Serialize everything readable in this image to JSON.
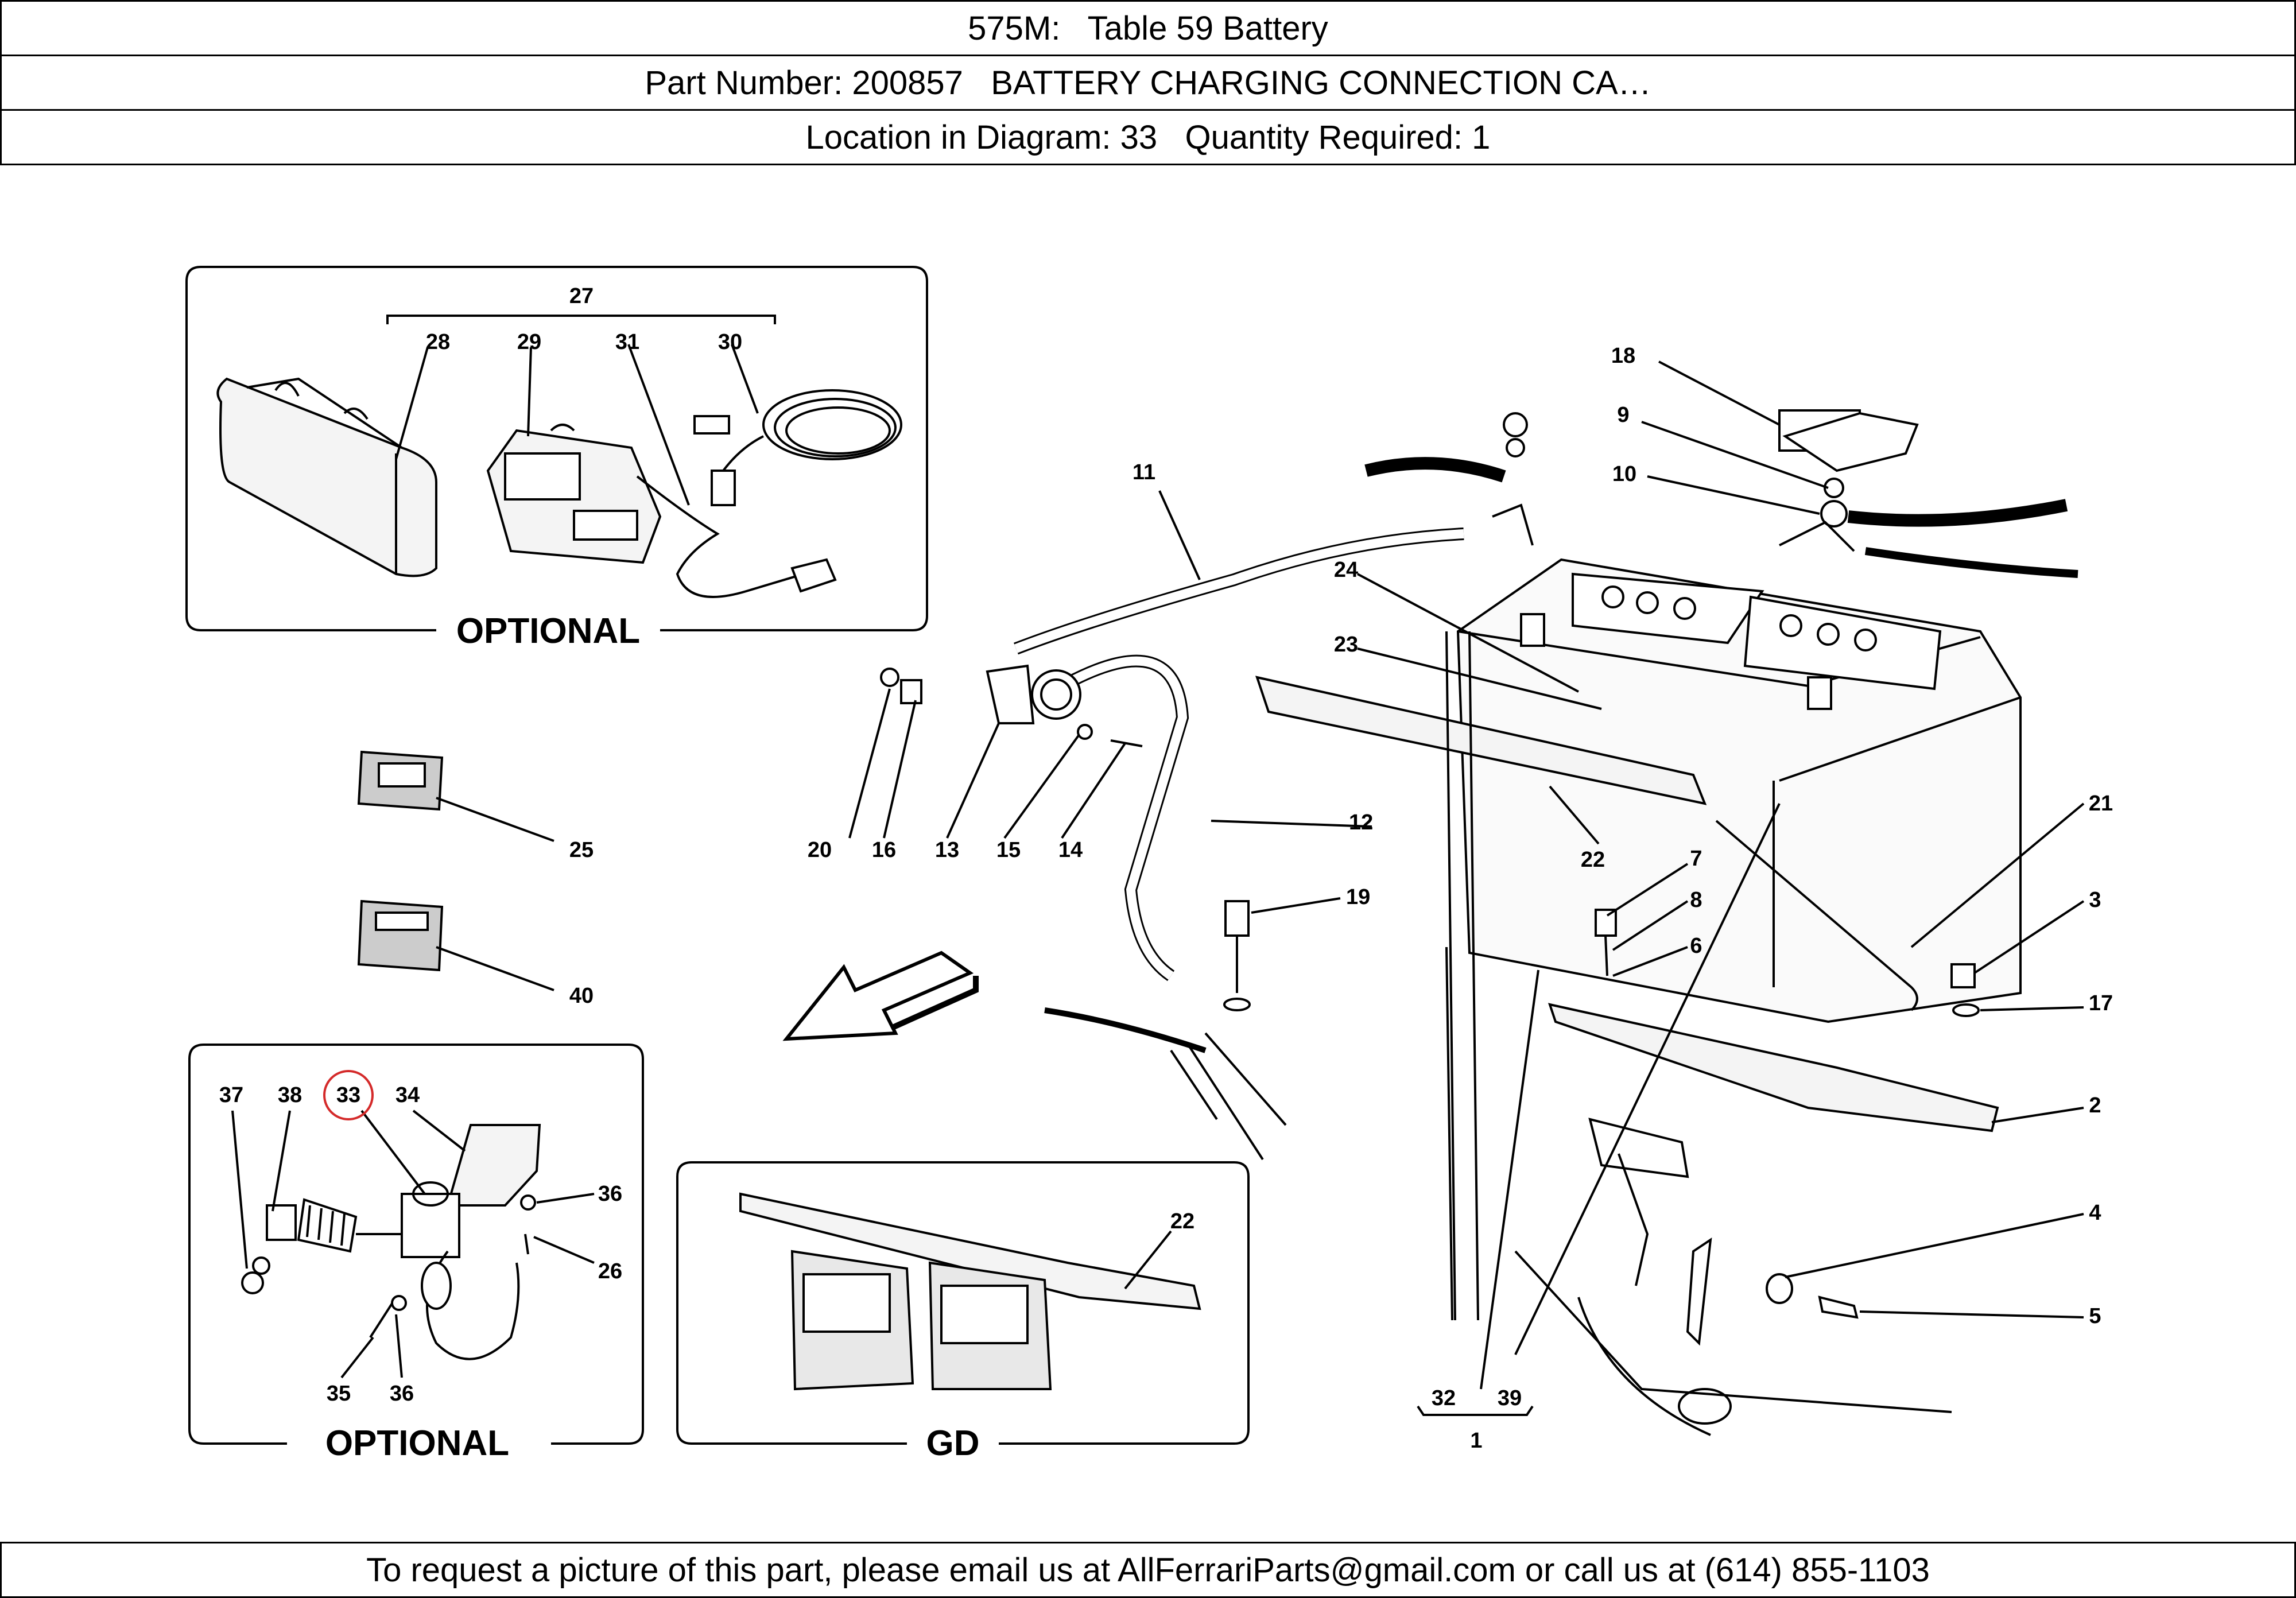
{
  "header": {
    "title_line": "575M:   Table 59 Battery",
    "part_line": "Part Number: 200857   BATTERY CHARGING CONNECTION CA…",
    "location_line": "Location in Diagram: 33   Quantity Required: 1"
  },
  "diagram": {
    "boxes": {
      "optional_top": "OPTIONAL",
      "optional_bottom": "OPTIONAL",
      "gd": "GD"
    },
    "callouts": {
      "c1": "1",
      "c2": "2",
      "c3": "3",
      "c4": "4",
      "c5": "5",
      "c6": "6",
      "c7": "7",
      "c8": "8",
      "c9": "9",
      "c10": "10",
      "c11": "11",
      "c12": "12",
      "c13": "13",
      "c14": "14",
      "c15": "15",
      "c16": "16",
      "c17": "17",
      "c18": "18",
      "c19": "19",
      "c20": "20",
      "c21": "21",
      "c22": "22",
      "c22b": "22",
      "c23": "23",
      "c24": "24",
      "c25": "25",
      "c26": "26",
      "c27": "27",
      "c28": "28",
      "c29": "29",
      "c30": "30",
      "c31": "31",
      "c32": "32",
      "c33": "33",
      "c34": "34",
      "c35": "35",
      "c36a": "36",
      "c36b": "36",
      "c37": "37",
      "c38": "38",
      "c39": "39",
      "c40": "40"
    },
    "highlighted_callout": "33",
    "highlight_color": "#d42a2a"
  },
  "footer": {
    "text": "To request a picture of this part, please email us at AllFerrariParts@gmail.com or call us at (614) 855-1103"
  }
}
